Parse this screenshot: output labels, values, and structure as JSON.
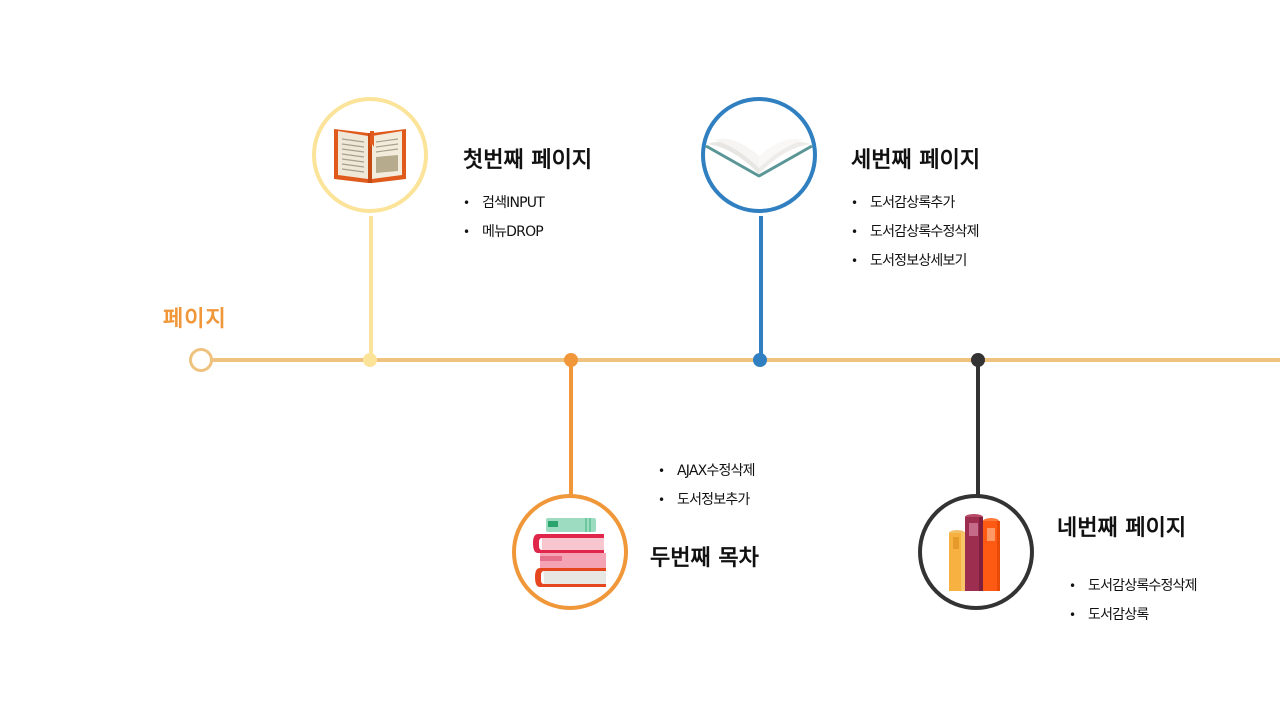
{
  "timeline": {
    "title": "페이지",
    "line_color": "#efc27f"
  },
  "steps": [
    {
      "title": "첫번째 페이지",
      "icon": "open-book-icon",
      "color": "#fbe49a",
      "items": [
        "검색INPUT",
        "메뉴DROP"
      ]
    },
    {
      "title": "두번째 목차",
      "icon": "book-stack-icon",
      "color": "#f0973a",
      "items": [
        "AJAX수정삭제",
        "도서정보추가"
      ]
    },
    {
      "title": "세번째 페이지",
      "icon": "open-book-top-icon",
      "color": "#2f7fc1",
      "items": [
        "도서감상록추가",
        "도서감상록수정삭제",
        "도서정보상세보기"
      ]
    },
    {
      "title": "네번째 페이지",
      "icon": "standing-books-icon",
      "color": "#333333",
      "items": [
        "도서감상록수정삭제",
        "도서감상록"
      ]
    }
  ]
}
